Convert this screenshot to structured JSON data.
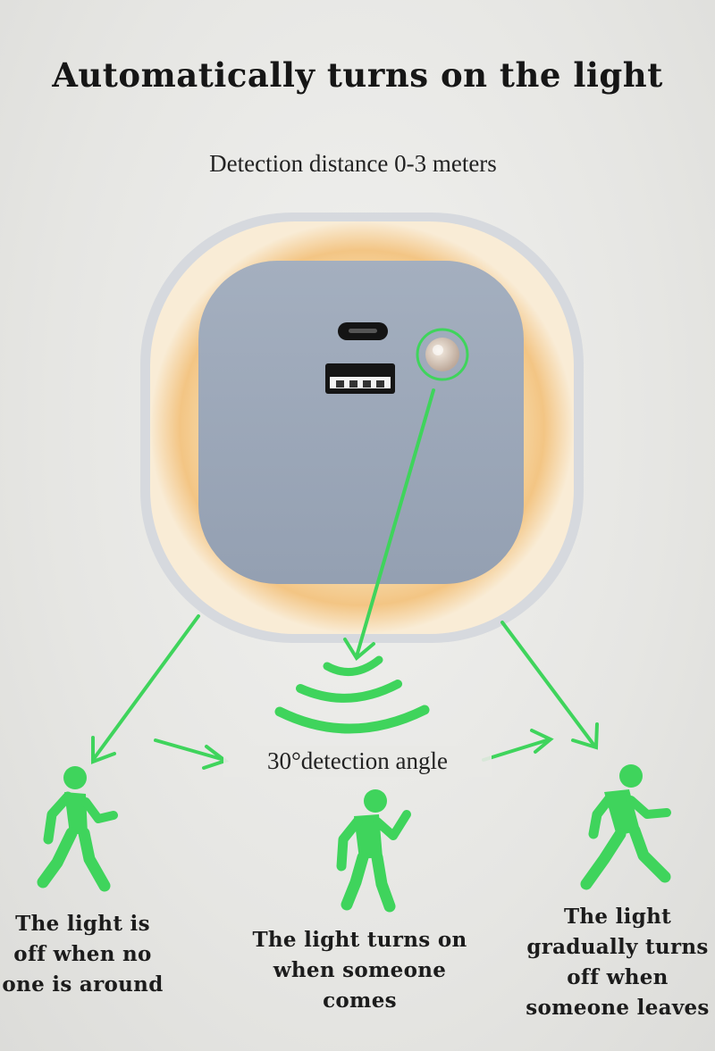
{
  "title": "Automatically turns on the light",
  "subtitle": "Detection distance 0-3 meters",
  "angle_label": "30°detection angle",
  "captions": {
    "left": "The light is off when no one is around",
    "middle": "The light turns on when someone comes",
    "right": "The light gradually turns off when someone leaves"
  },
  "colors": {
    "accent_green": "#3fd45c",
    "lamp_face": "#9aa6b8",
    "lamp_glow": "#f3c98a"
  },
  "icons": [
    "usb-c-port-icon",
    "usb-a-port-icon",
    "motion-sensor-icon",
    "signal-waves-icon",
    "walking-person-icon"
  ]
}
